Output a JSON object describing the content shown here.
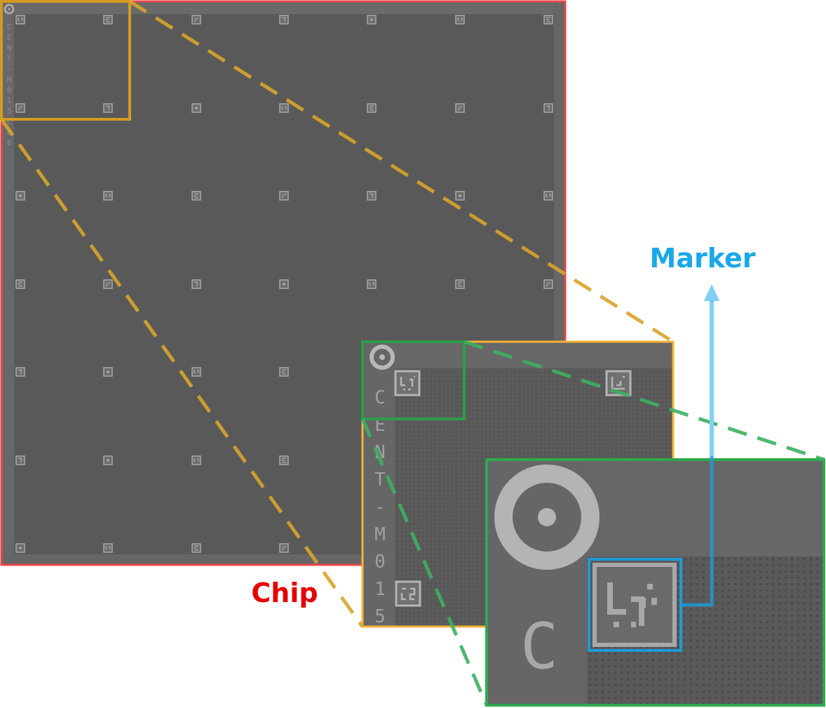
{
  "labels": {
    "chip": "Chip",
    "marker": "Marker"
  },
  "chip_engraving": "CENT-M015C88",
  "zoom1_engraving": "CENT-M015",
  "zoom2_engraving": "C",
  "colors": {
    "chip_outline": "#e8474a",
    "zoom1_outline": "#f5b335",
    "zoom2_outline": "#2fa84f",
    "marker_outline": "#1f9ad6",
    "chip_label": "#e60000",
    "marker_label": "#19a8e8",
    "chip_surface": "#595959",
    "marker_frame": "#a8a8a8"
  },
  "icons": {
    "fiducial": "ring-fiducial-icon",
    "marker": "square-marker-icon"
  }
}
